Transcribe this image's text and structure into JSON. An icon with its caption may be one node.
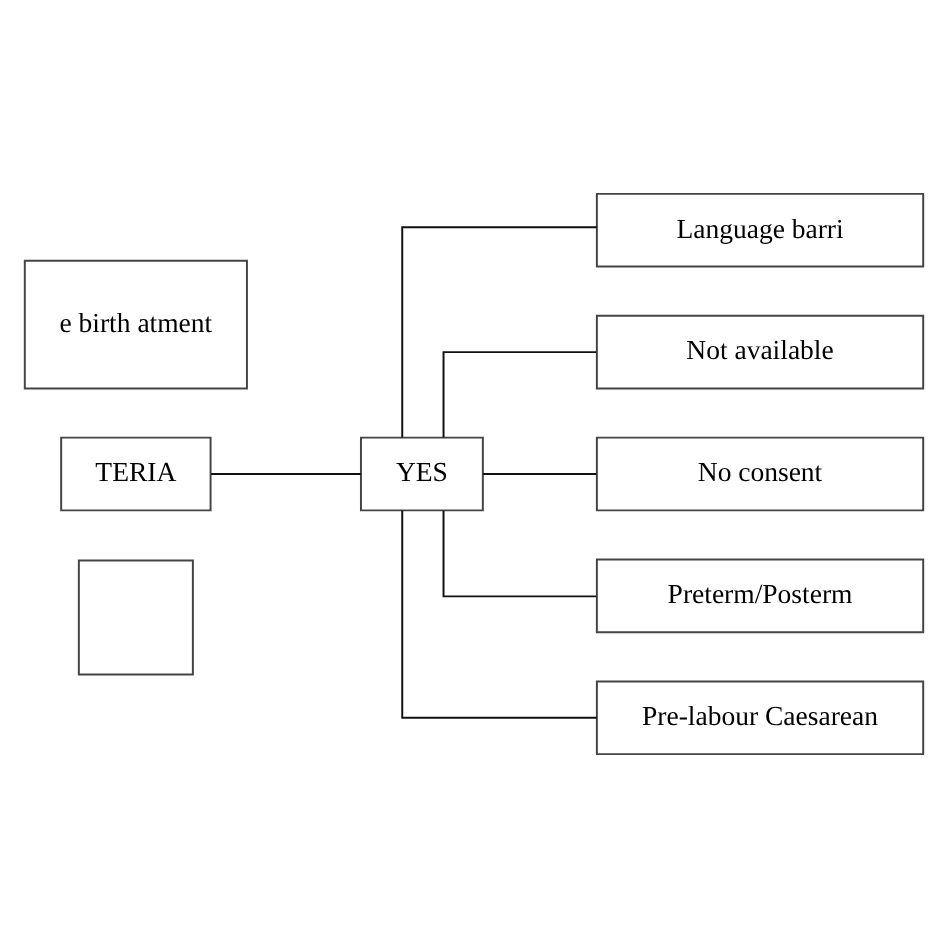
{
  "diagram": {
    "nodes": [
      {
        "text": [
          "e birth atment"
        ]
      },
      {
        "text": [
          "TERIA"
        ]
      },
      {
        "text": [
          "YES"
        ]
      },
      {
        "text": [
          "Language barri"
        ]
      },
      {
        "text": [
          "Not available"
        ]
      },
      {
        "text": [
          "No consent"
        ]
      },
      {
        "text": [
          "Preterm/Posterm"
        ]
      },
      {
        "text": [
          "Pre-labour Caesarean"
        ]
      },
      {
        "text": [],
        "shape": "box"
      }
    ],
    "edges": [
      {
        "from": 1,
        "to": 2,
        "arrow": "none"
      },
      {
        "from": 2,
        "to": 3,
        "arrow": "none"
      },
      {
        "from": 2,
        "to": 4,
        "arrow": "none"
      },
      {
        "from": 2,
        "to": 5,
        "arrow": "none"
      },
      {
        "from": 2,
        "to": 6,
        "arrow": "none"
      },
      {
        "from": 2,
        "to": 7,
        "arrow": "none"
      }
    ]
  }
}
